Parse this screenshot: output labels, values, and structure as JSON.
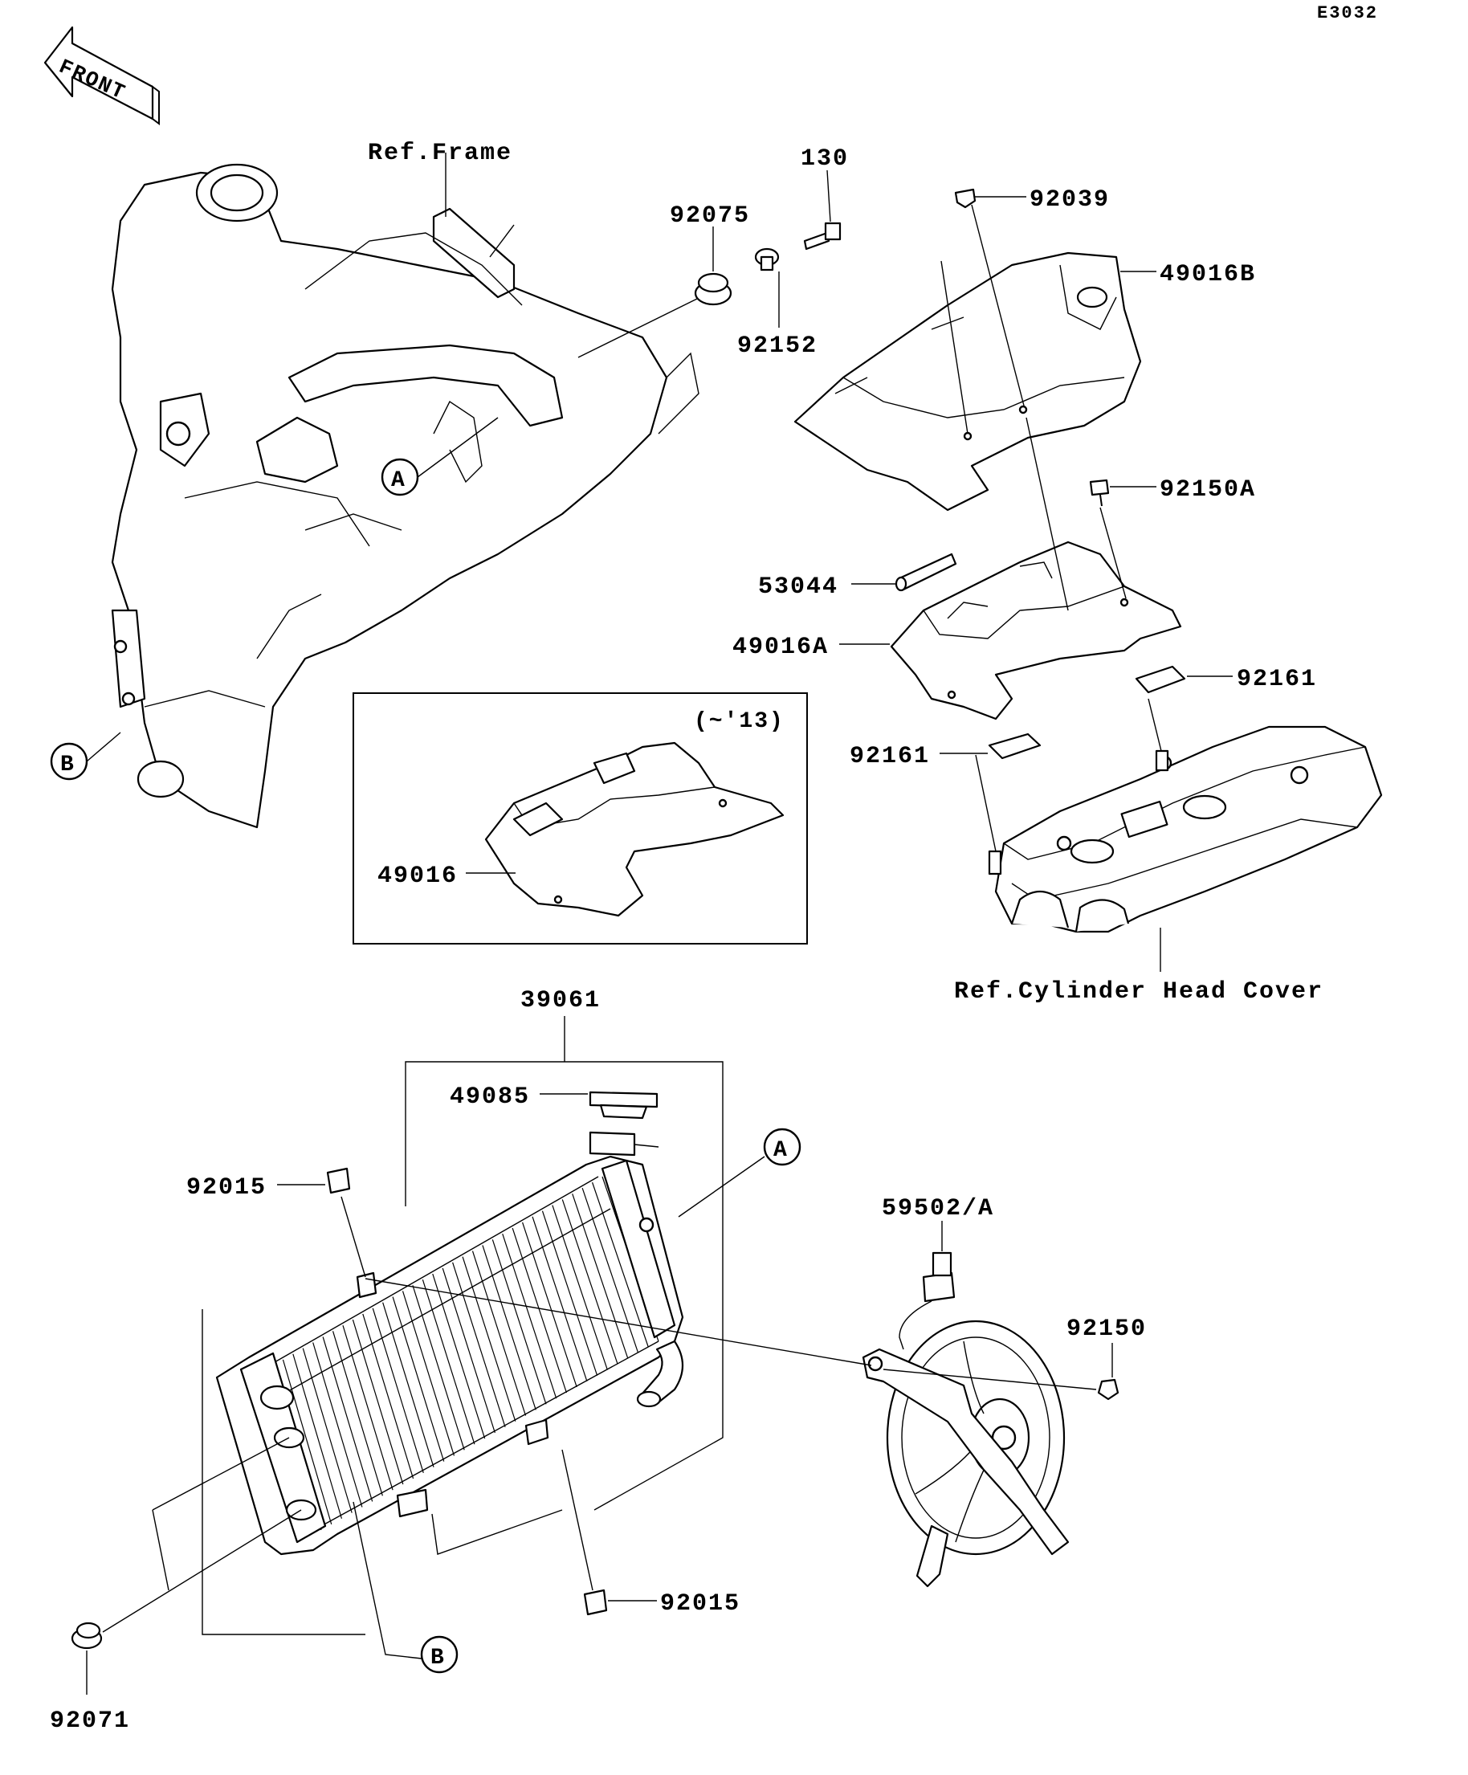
{
  "diagram_code": "E3032",
  "front_label": "FRONT",
  "refs": {
    "frame": "Ref.Frame",
    "cylinder_head_cover": "Ref.Cylinder Head Cover"
  },
  "inset_note": "(~'13)",
  "callouts": {
    "A": "A",
    "B": "B"
  },
  "parts": {
    "p92075": "92075",
    "p130": "130",
    "p92152": "92152",
    "p92039": "92039",
    "p49016B": "49016B",
    "p92150A": "92150A",
    "p53044": "53044",
    "p49016A": "49016A",
    "p92161_right": "92161",
    "p92161_left": "92161",
    "p49016": "49016",
    "p39061": "39061",
    "p49085": "49085",
    "p92015_top": "92015",
    "p92015_bottom": "92015",
    "p59502A": "59502/A",
    "p92150": "92150",
    "p92071": "92071"
  }
}
